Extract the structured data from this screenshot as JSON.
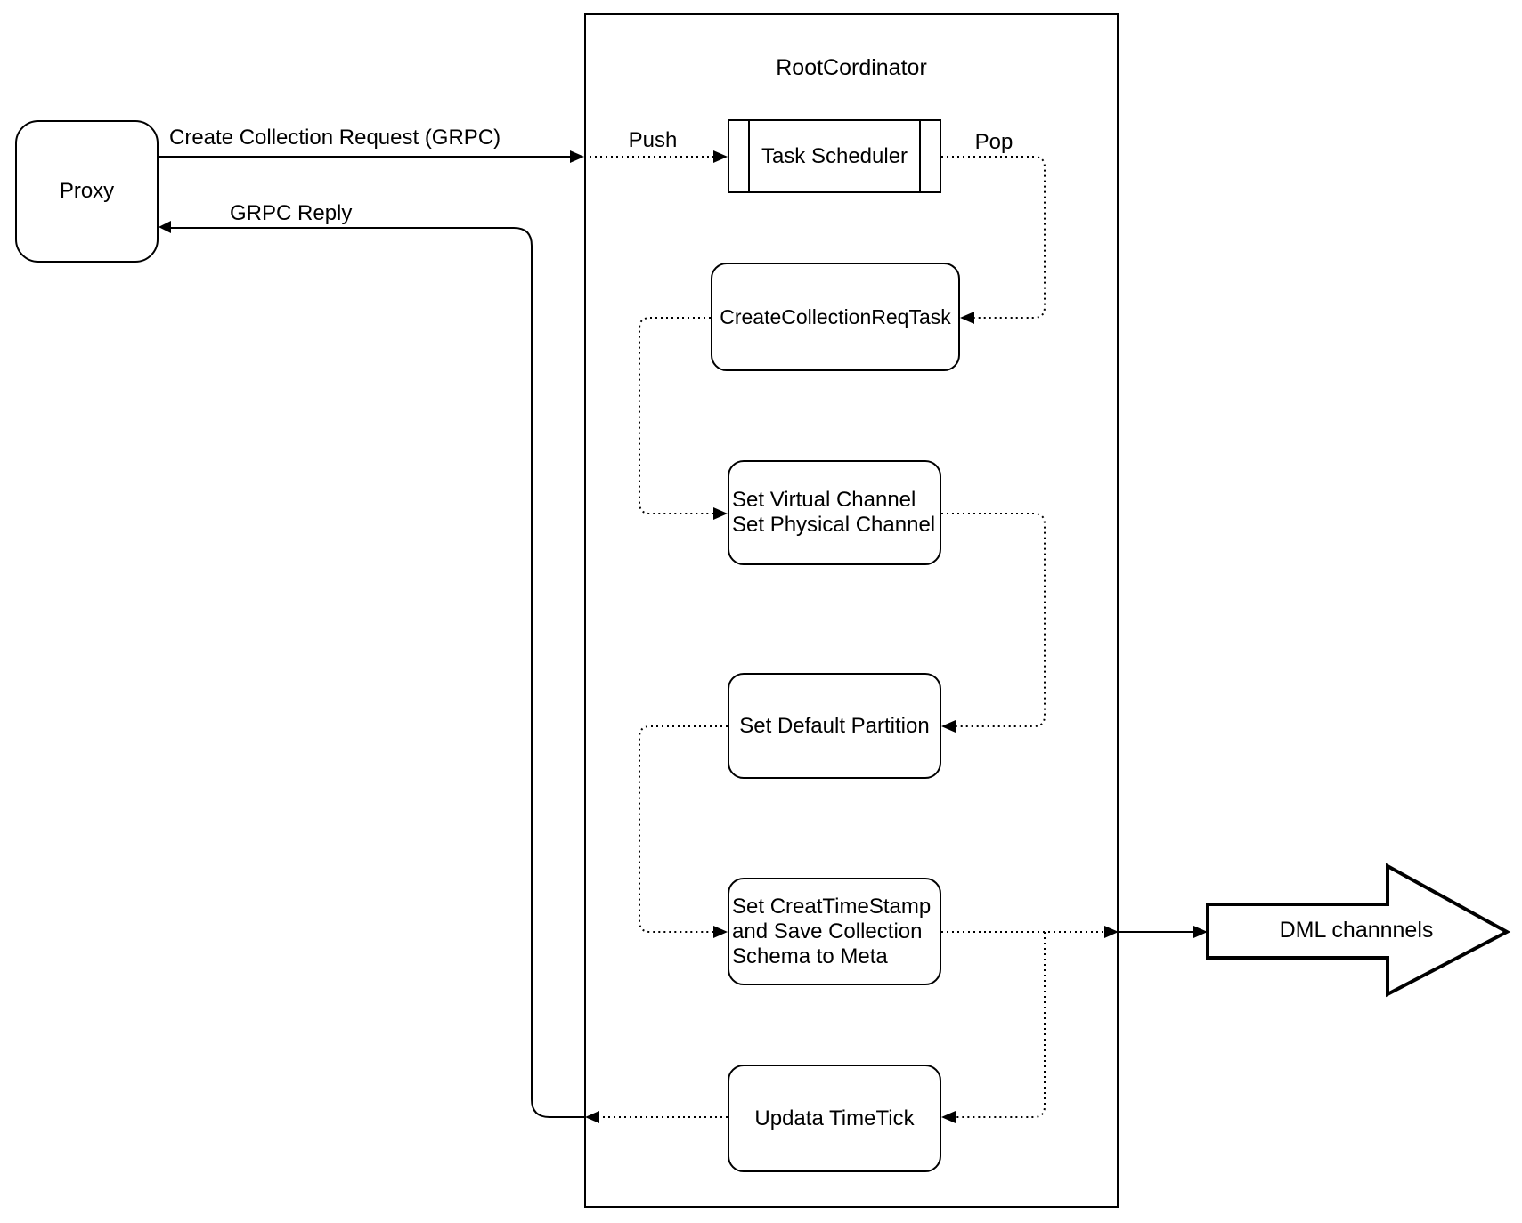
{
  "diagram": {
    "container_title": "RootCordinator",
    "proxy": {
      "label": "Proxy"
    },
    "nodes": {
      "task_scheduler": {
        "label": "Task Scheduler"
      },
      "create_collection_req_task": {
        "label": "CreateCollectionReqTask"
      },
      "set_channels": {
        "lines": [
          "Set Virtual Channel",
          "Set Physical Channel"
        ]
      },
      "set_default_partition": {
        "label": "Set Default Partition"
      },
      "set_timestamp_meta": {
        "lines": [
          "Set CreatTimeStamp",
          "and Save Collection",
          "Schema to Meta"
        ]
      },
      "update_timetick": {
        "label": "Updata TimeTick"
      }
    },
    "edge_labels": {
      "create_collection_request": "Create Collection Request (GRPC)",
      "grpc_reply": "GRPC Reply",
      "push": "Push",
      "pop": "Pop"
    },
    "output_arrow": {
      "label": "DML channnels"
    },
    "colors": {
      "stroke": "#000000",
      "background": "#ffffff"
    }
  }
}
